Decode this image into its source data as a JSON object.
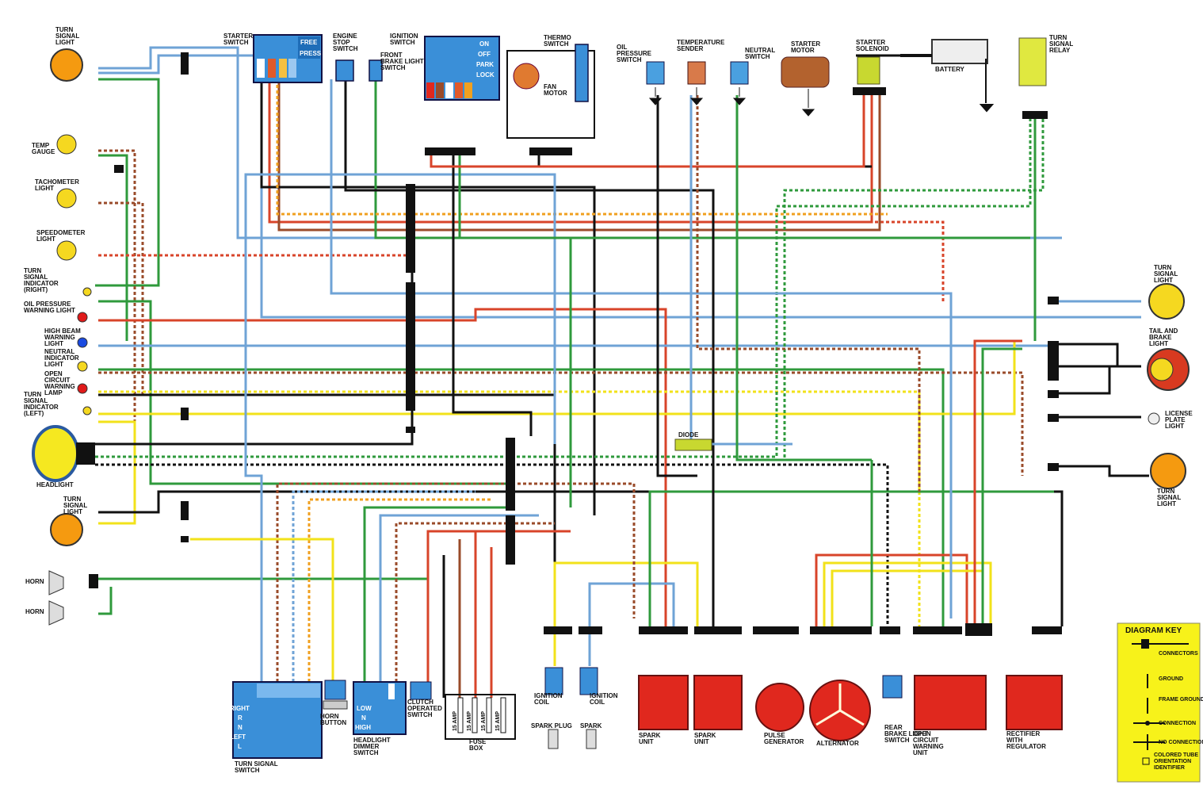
{
  "title": "",
  "colors": {
    "background": "#ffffff",
    "black": "#111111",
    "blue": "#6fa3d6",
    "red": "#d8442a",
    "brown": "#9a4b2a",
    "green": "#2f9a3c",
    "yellow": "#f2e21a",
    "orange": "#f0a020",
    "switch_blue": "#3a8fd8",
    "unit_red": "#e0281e",
    "lamp_yellow": "#f5d820",
    "key_yellow": "#f7f21a"
  },
  "left_components": [
    {
      "label": "TURN SIGNAL LIGHT",
      "lines": [
        "TURN",
        "SIGNAL",
        "LIGHT"
      ]
    },
    {
      "label": "TEMP GAUGE",
      "lines": [
        "TEMP",
        "GAUGE"
      ]
    },
    {
      "label": "TACHOMETER LIGHT",
      "lines": [
        "TACHOMETER",
        "LIGHT"
      ]
    },
    {
      "label": "SPEEDOMETER LIGHT",
      "lines": [
        "SPEEDOMETER",
        "LIGHT"
      ]
    },
    {
      "label": "TURN SIGNAL INDICATOR (RIGHT)",
      "lines": [
        "TURN",
        "SIGNAL",
        "INDICATOR",
        "(RIGHT)"
      ]
    },
    {
      "label": "OIL PRESSURE WARNING LIGHT",
      "lines": [
        "OIL PRESSURE",
        "WARNING LIGHT"
      ]
    },
    {
      "label": "HIGH BEAM WARNING LIGHT",
      "lines": [
        "HIGH BEAM",
        "WARNING",
        "LIGHT"
      ]
    },
    {
      "label": "NEUTRAL INDICATOR LIGHT",
      "lines": [
        "NEUTRAL",
        "INDICATOR",
        "LIGHT"
      ]
    },
    {
      "label": "OPEN CIRCUIT WARNING LAMP",
      "lines": [
        "OPEN",
        "CIRCUIT",
        "WARNING",
        "LAMP"
      ]
    },
    {
      "label": "TURN SIGNAL INDICATOR (LEFT)",
      "lines": [
        "TURN",
        "SIGNAL",
        "INDICATOR",
        "(LEFT)"
      ]
    },
    {
      "label": "HEADLIGHT",
      "lines": [
        "HEADLIGHT"
      ]
    },
    {
      "label": "TURN SIGNAL LIGHT",
      "lines": [
        "TURN",
        "SIGNAL",
        "LIGHT"
      ]
    },
    {
      "label": "HORN",
      "lines": [
        "HORN"
      ]
    },
    {
      "label": "HORN",
      "lines": [
        "HORN"
      ]
    }
  ],
  "top_components": [
    {
      "label": "STARTER SWITCH",
      "lines": [
        "STARTER",
        "SWITCH"
      ]
    },
    {
      "label": "ENGINE STOP SWITCH",
      "lines": [
        "ENGINE",
        "STOP",
        "SWITCH"
      ]
    },
    {
      "label": "FRONT BRAKE LIGHT SWITCH",
      "lines": [
        "FRONT",
        "BRAKE LIGHT",
        "SWITCH"
      ]
    },
    {
      "label": "IGNITION SWITCH",
      "lines": [
        "IGNITION",
        "SWITCH"
      ]
    },
    {
      "label": "THERMO SWITCH",
      "lines": [
        "THERMO",
        "SWITCH"
      ]
    },
    {
      "label": "FAN MOTOR",
      "lines": [
        "FAN",
        "MOTOR"
      ]
    },
    {
      "label": "OIL PRESSURE SWITCH",
      "lines": [
        "OIL",
        "PRESSURE",
        "SWITCH"
      ]
    },
    {
      "label": "TEMPERATURE SENDER",
      "lines": [
        "TEMPERATURE",
        "SENDER"
      ]
    },
    {
      "label": "NEUTRAL SWITCH",
      "lines": [
        "NEUTRAL",
        "SWITCH"
      ]
    },
    {
      "label": "STARTER MOTOR",
      "lines": [
        "STARTER",
        "MOTOR"
      ]
    },
    {
      "label": "STARTER SOLENOID",
      "lines": [
        "STARTER",
        "SOLENOID"
      ]
    },
    {
      "label": "BATTERY",
      "lines": [
        "BATTERY"
      ]
    },
    {
      "label": "TURN SIGNAL RELAY",
      "lines": [
        "TURN",
        "SIGNAL",
        "RELAY"
      ]
    }
  ],
  "starter_switch_positions": [
    "FREE",
    "PRESS"
  ],
  "ignition_switch_positions": [
    "ON",
    "OFF",
    "PARK",
    "LOCK"
  ],
  "right_components": [
    {
      "label": "TURN SIGNAL LIGHT",
      "lines": [
        "TURN",
        "SIGNAL",
        "LIGHT"
      ]
    },
    {
      "label": "TAIL AND BRAKE LIGHT",
      "lines": [
        "TAIL AND",
        "BRAKE",
        "LIGHT"
      ]
    },
    {
      "label": "LICENSE PLATE LIGHT",
      "lines": [
        "LICENSE",
        "PLATE",
        "LIGHT"
      ]
    },
    {
      "label": "TURN SIGNAL LIGHT",
      "lines": [
        "TURN",
        "SIGNAL",
        "LIGHT"
      ]
    }
  ],
  "diode_label": "DIODE",
  "bottom_components": [
    {
      "label": "TURN SIGNAL SWITCH",
      "lines": [
        "TURN SIGNAL",
        "SWITCH"
      ]
    },
    {
      "label": "HORN BUTTON",
      "lines": [
        "HORN",
        "BUTTON"
      ]
    },
    {
      "label": "HEADLIGHT DIMMER SWITCH",
      "lines": [
        "HEADLIGHT",
        "DIMMER",
        "SWITCH"
      ]
    },
    {
      "label": "CLUTCH OPERATED SWITCH",
      "lines": [
        "CLUTCH",
        "OPERATED",
        "SWITCH"
      ]
    },
    {
      "label": "FUSE BOX",
      "lines": [
        "FUSE",
        "BOX"
      ]
    },
    {
      "label": "IGNITION COIL",
      "lines": [
        "IGNITION",
        "COIL"
      ]
    },
    {
      "label": "IGNITION COIL",
      "lines": [
        "IGNITION",
        "COIL"
      ]
    },
    {
      "label": "SPARK PLUG",
      "lines": [
        "SPARK PLUG"
      ]
    },
    {
      "label": "SPARK",
      "lines": [
        "SPARK"
      ]
    },
    {
      "label": "SPARK UNIT",
      "lines": [
        "SPARK",
        "UNIT"
      ]
    },
    {
      "label": "SPARK UNIT",
      "lines": [
        "SPARK",
        "UNIT"
      ]
    },
    {
      "label": "PULSE GENERATOR",
      "lines": [
        "PULSE",
        "GENERATOR"
      ]
    },
    {
      "label": "ALTERNATOR",
      "lines": [
        "ALTERNATOR"
      ]
    },
    {
      "label": "REAR BRAKE LIGHT SWITCH",
      "lines": [
        "REAR",
        "BRAKE LIGHT",
        "SWITCH"
      ]
    },
    {
      "label": "OPEN CIRCUIT WARNING UNIT",
      "lines": [
        "OPEN",
        "CIRCUIT",
        "WARNING",
        "UNIT"
      ]
    },
    {
      "label": "RECTIFIER WITH REGULATOR",
      "lines": [
        "RECTIFIER",
        "WITH",
        "REGULATOR"
      ]
    }
  ],
  "turn_signal_switch_rows": [
    "RIGHT",
    "R",
    "N",
    "LEFT",
    "L"
  ],
  "dimmer_switch_rows": [
    "LOW",
    "N",
    "HIGH"
  ],
  "fuses": [
    "15 AMP",
    "15 AMP",
    "15 AMP",
    "15 AMP"
  ],
  "key": {
    "title": "DIAGRAM KEY",
    "items": [
      "CONNECTORS",
      "GROUND",
      "FRAME GROUND",
      "CONNECTION",
      "NO CONNECTION",
      "COLORED TUBE ORIENTATION IDENTIFIER"
    ]
  }
}
